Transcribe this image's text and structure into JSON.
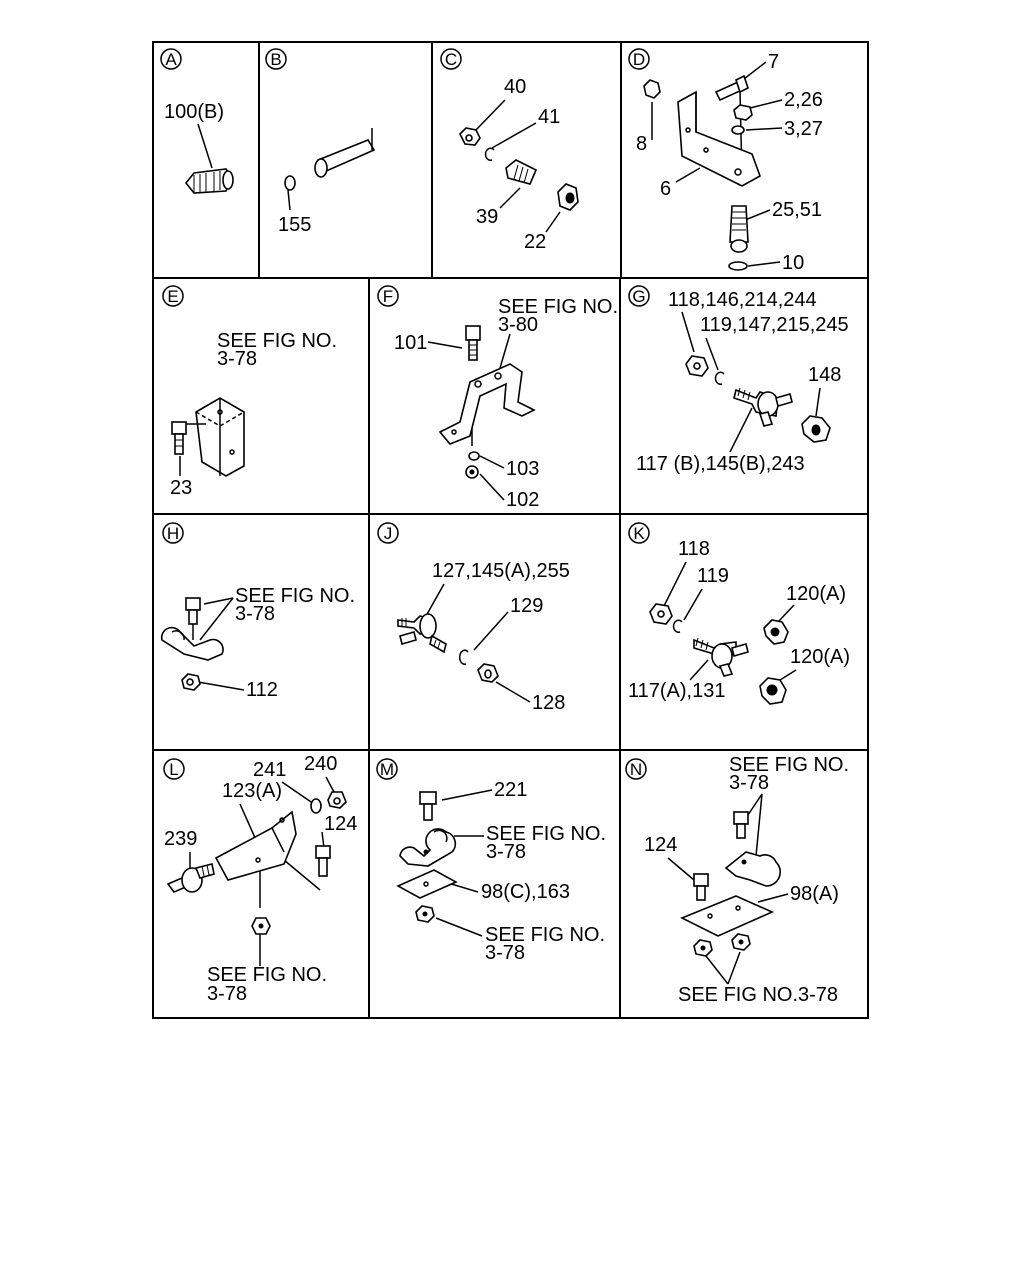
{
  "panels": {
    "A": {
      "letter": "A",
      "labels": [
        "100(B)"
      ]
    },
    "B": {
      "letter": "B",
      "labels": [
        "155"
      ]
    },
    "C": {
      "letter": "C",
      "labels": [
        "40",
        "41",
        "39",
        "22"
      ]
    },
    "D": {
      "letter": "D",
      "labels": [
        "7",
        "2,26",
        "3,27",
        "8",
        "6",
        "25,51",
        "10"
      ]
    },
    "E": {
      "letter": "E",
      "labels": [
        "SEE FIG NO.",
        "3-78",
        "23"
      ]
    },
    "F": {
      "letter": "F",
      "labels": [
        "SEE FIG NO.",
        "3-80",
        "101",
        "103",
        "102"
      ]
    },
    "G": {
      "letter": "G",
      "labels": [
        "118,146,214,244",
        "119,147,215,245",
        "148",
        "117 (B),145(B),243"
      ]
    },
    "H": {
      "letter": "H",
      "labels": [
        "SEE FIG NO.",
        "3-78",
        "112"
      ]
    },
    "J": {
      "letter": "J",
      "labels": [
        "127,145(A),255",
        "129",
        "128"
      ]
    },
    "K": {
      "letter": "K",
      "labels": [
        "118",
        "119",
        "120(A)",
        "120(A)",
        "117(A),131"
      ]
    },
    "L": {
      "letter": "L",
      "labels": [
        "241",
        "240",
        "123(A)",
        "124",
        "239",
        "SEE FIG NO.",
        "3-78"
      ]
    },
    "M": {
      "letter": "M",
      "labels": [
        "221",
        "SEE FIG NO.",
        "3-78",
        "98(C),163",
        "SEE FIG NO.",
        "3-78"
      ]
    },
    "N": {
      "letter": "N",
      "labels": [
        "SEE FIG NO.",
        "3-78",
        "124",
        "98(A)",
        "SEE FIG NO.3-78"
      ]
    }
  }
}
